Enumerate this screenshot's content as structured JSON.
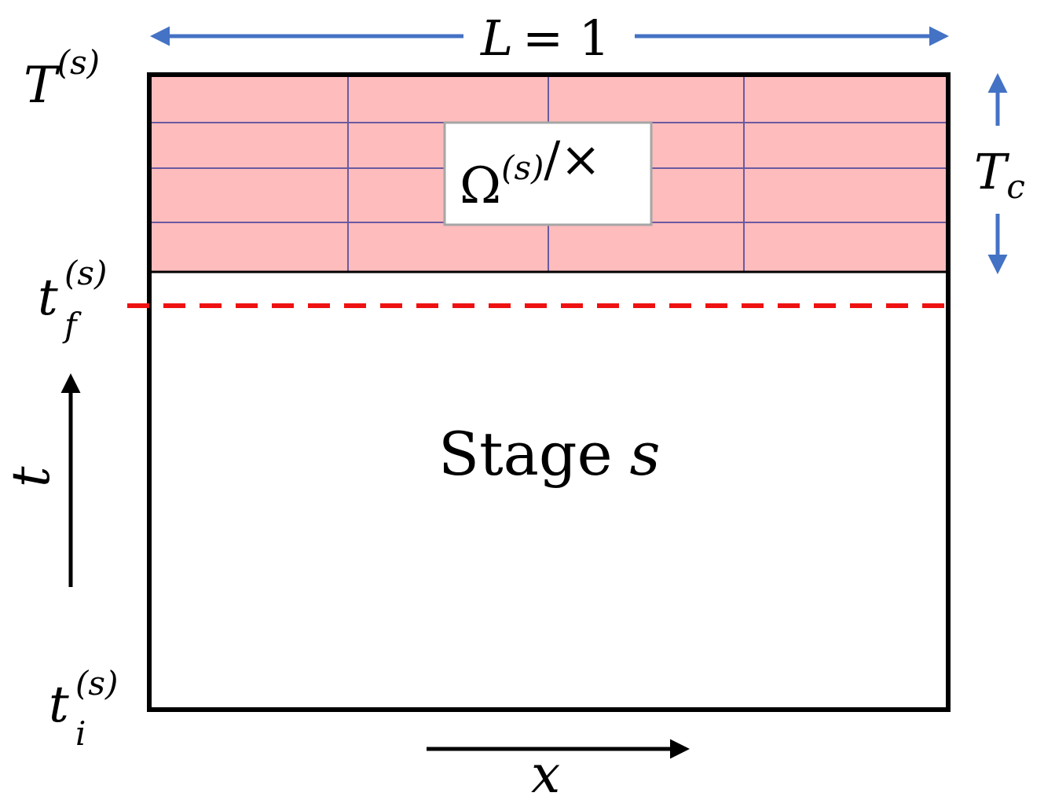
{
  "colors": {
    "blue_arrow": "#4472c4",
    "grid_line": "#6a5aa0",
    "fill_region": "#ffbcbd",
    "dashed_line": "#ee1111",
    "frame": "#000000",
    "label_box_border": "#a6a6a6"
  },
  "labels": {
    "length_eq": "= 1",
    "length_sym": "L",
    "top_time_base": "T",
    "sup_s": "(s)",
    "tc_base": "T",
    "tc_sub": "c",
    "tf_base": "t",
    "tf_sub": "f",
    "ti_base": "t",
    "ti_sub": "i",
    "t_axis": "t",
    "x_axis": "x",
    "stage_word": "Stage",
    "stage_var": "s",
    "omega_base": "Ω",
    "omega_tail": "/×"
  }
}
